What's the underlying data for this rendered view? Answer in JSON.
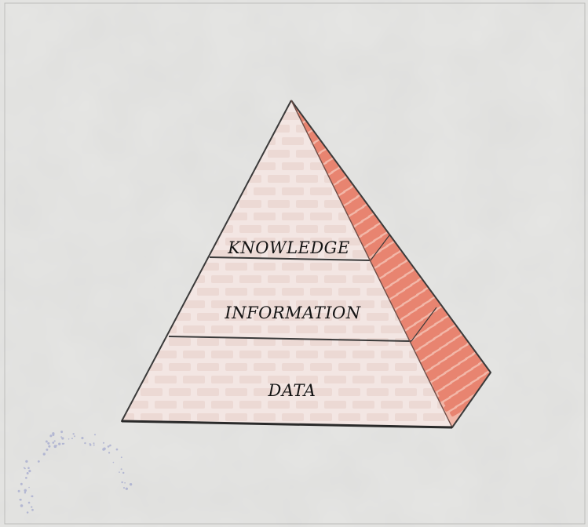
{
  "colors": {
    "background": "#e6e6e4",
    "front_face": "#f3e6e3",
    "front_brick": "#ead4cf",
    "side_face": "#f2b7a8",
    "side_brick": "#e88470",
    "outline": "#3a3a3a"
  },
  "diagram": {
    "type": "pyramid",
    "levels": [
      {
        "label": "KNOWLEDGE"
      },
      {
        "label": "INFORMATION"
      },
      {
        "label": "DATA"
      }
    ]
  }
}
